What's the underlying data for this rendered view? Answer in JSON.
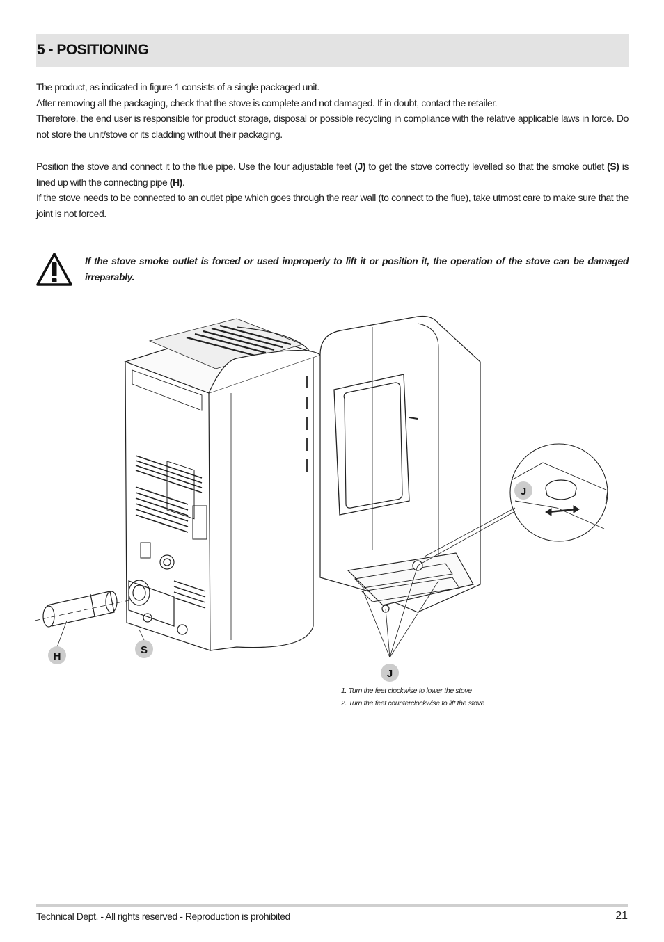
{
  "header": {
    "title": "5 - POSITIONING"
  },
  "intro": [
    "The product, as indicated in figure 1 consists of a single packaged unit.",
    "After removing all the packaging, check that the stove is complete and not damaged. If in doubt, contact the retailer.",
    "Therefore, the end user is responsible for product storage, disposal or possible recycling in compliance with the relative applicable laws in force. Do not store the unit/stove or its cladding without their packaging."
  ],
  "positioning": {
    "p1_a": "Position the stove and connect it to the flue pipe. Use the four adjustable feet ",
    "p1_j": "(J)",
    "p1_b": " to get the stove correctly levelled so that the smoke outlet ",
    "p1_s": "(S)",
    "p1_c": " is lined up with the connecting pipe ",
    "p1_h": "(H)",
    "p1_d": ".",
    "p2": "If the stove needs to be connected to an outlet pipe which goes through the rear wall (to connect to the flue), take utmost care to make sure that the joint is not forced."
  },
  "warning": {
    "text": "If the stove smoke outlet is forced or used improperly to lift it or position it, the operation of the stove can be damaged irreparably."
  },
  "figure": {
    "labels": {
      "h": "H",
      "s": "S",
      "j_bottom": "J",
      "j_detail": "J"
    },
    "notes": [
      "1. Turn the feet clockwise to lower the stove",
      "2. Turn the feet counterclockwise to lift the stove"
    ]
  },
  "footer": {
    "text": "Technical Dept. - All rights reserved - Reproduction is prohibited",
    "page_number": "21"
  }
}
